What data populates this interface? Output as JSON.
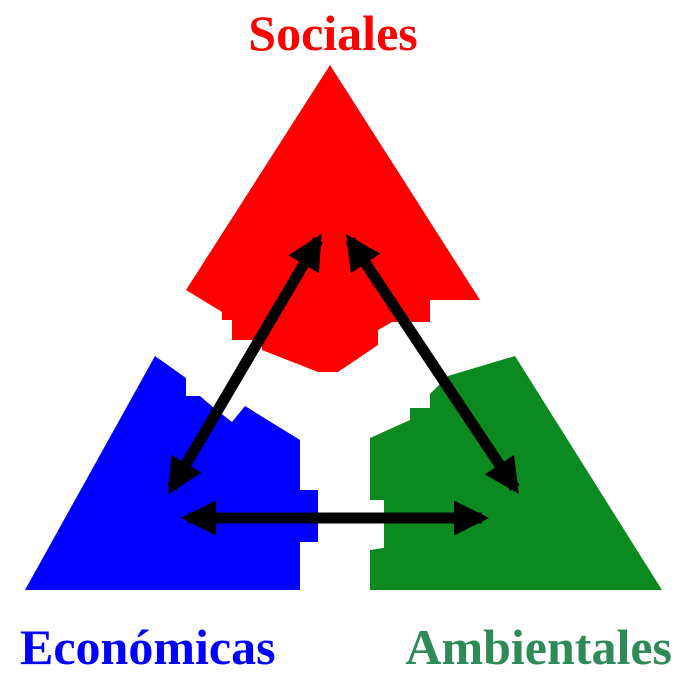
{
  "labels": {
    "top": "Sociales",
    "bottom_left": "Económicas",
    "bottom_right": "Ambientales"
  },
  "colors": {
    "sociales": "#ff0000",
    "economicas": "#0000ff",
    "ambientales": "#0b8a1f",
    "ambientales_label": "#2e8b57",
    "arrows": "#000000"
  }
}
